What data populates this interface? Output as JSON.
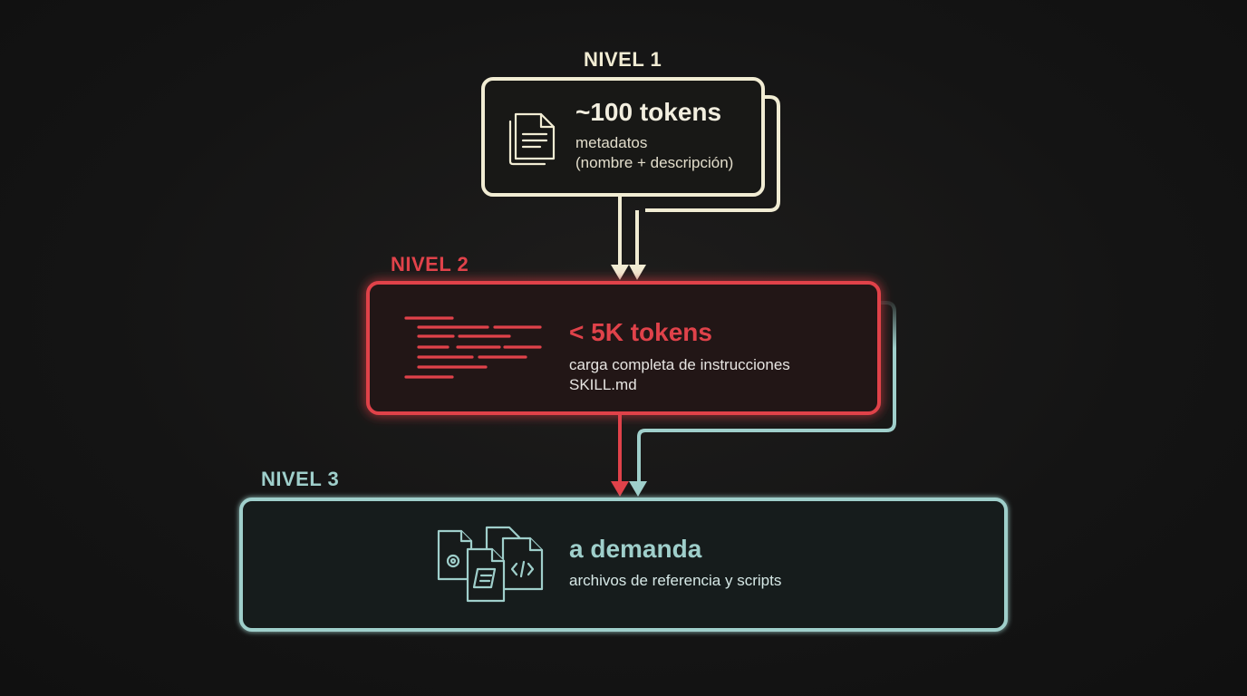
{
  "colors": {
    "level1": "#f1ecd3",
    "level2": "#e0424a",
    "level3": "#9fcfcb",
    "background": "#141414"
  },
  "levels": [
    {
      "label": "NIVEL 1",
      "title": "~100 tokens",
      "lines": [
        "metadatos",
        "(nombre + descripción)"
      ],
      "icon": "document-stack-icon"
    },
    {
      "label": "NIVEL 2",
      "title": "< 5K tokens",
      "lines": [
        "carga completa de instrucciones",
        "SKILL.md"
      ],
      "icon": "instruction-lines-icon"
    },
    {
      "label": "NIVEL 3",
      "title": "a demanda",
      "lines": [
        "archivos de referencia y scripts"
      ],
      "icon": "reference-files-icon"
    }
  ]
}
